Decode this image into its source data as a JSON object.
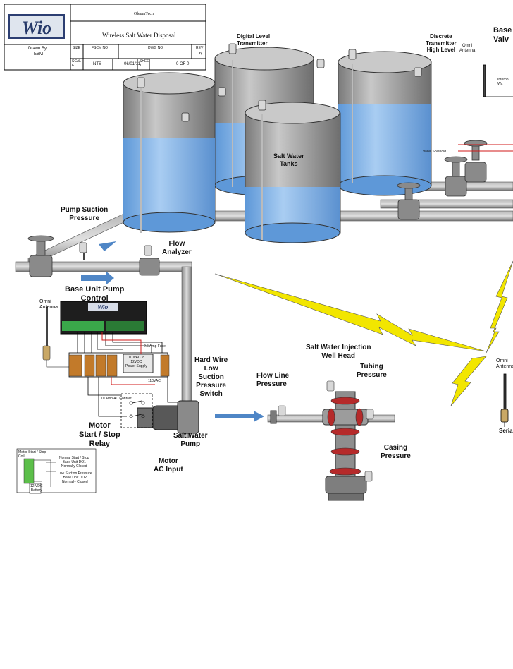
{
  "title_block": {
    "company": "OleumTech",
    "logo_text": "Wio",
    "drawing_title": "Wireless Salt Water Disposal",
    "drawn_by_label": "Drawn By",
    "drawn_by": "EBM",
    "size_label": "SIZE",
    "fscm_label": "FSCM NO",
    "dwg_label": "DWG NO",
    "rev_label": "REV",
    "rev": "A",
    "scale_label": "SCAL\nE",
    "scale": "NTS",
    "date": "06/01/11",
    "sheet_label": "SHEE\nT",
    "sheet": "0 OF 0"
  },
  "labels": {
    "digital_level": "Digital Level\nTransmitter",
    "discrete_transmitter": "Discrete\nTransmitter\nHigh Level",
    "omni_antenna_top": "Omni\nAntenna",
    "base_valve": "Base\nValv",
    "salt_water_tanks": "Salt Water\nTanks",
    "valve_solenoid": "Valve Solenoid",
    "pump_suction_pressure": "Pump Suction\nPressure",
    "flow_analyzer": "Flow\nAnalyzer",
    "base_unit_pump_control": "Base Unit Pump\nControl",
    "omni_antenna_left": "Omni\nAntenna",
    "fuse": "2.5 Amp Fuse",
    "power_supply": "110VAC to\n12VDC\nPower Supply",
    "vac": "110VAC",
    "ac_contact": "10 Amp AC Contact",
    "hard_wire": "Hard Wire\nLow\nSuction\nPressure\nSwitch",
    "motor_relay": "Motor\nStart / Stop\nRelay",
    "salt_water_pump": "Salt Water\nPump",
    "motor_ac_input": "Motor\nAC Input",
    "injection_well_head": "Salt Water Injection\nWell Head",
    "tubing_pressure": "Tubing\nPressure",
    "flow_line_pressure": "Flow Line\nPressure",
    "casing_pressure": "Casing\nPressure",
    "omni_antenna_right": "Omni\nAntenna",
    "serial": "Seria",
    "interposer": "Interpo\nWa",
    "coil_title": "Motor Start / Stop\nCoil",
    "coil_note1": "Normal Start / Stop\nBase Unit DO1\nNormally Closed",
    "coil_note2": "Low Suction Pressure\nBase Unit DO2\nNormally Closed",
    "battery": "12 VDC\nBattery"
  },
  "colors": {
    "water": "#7fb2e6",
    "tank_steel": "#9a9a9a",
    "pipe": "#8c8c8c",
    "flow_arrow": "#4f86c6",
    "radio_bolt": "#f2e600",
    "wire_red": "#d01818"
  }
}
